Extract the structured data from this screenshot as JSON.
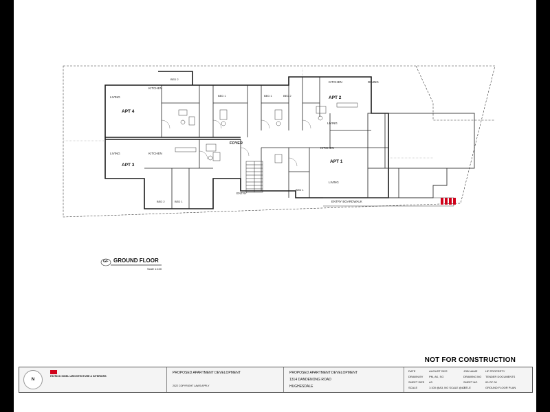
{
  "drawing": {
    "title": "GROUND FLOOR",
    "label_mark": "GF",
    "scale_note": "Scale 1:100",
    "stamp": "NOT FOR CONSTRUCTION"
  },
  "rooms": {
    "apt4": "APT 4",
    "apt3": "APT 3",
    "apt2": "APT 2",
    "apt1": "APT 1",
    "living_a": "LIVING",
    "living_b": "LIVING",
    "living_c": "LIVING",
    "living_d": "LIVING",
    "kitchen_a": "KITCHEN",
    "kitchen_b": "KITCHEN",
    "kitchen_c": "KITCHEN",
    "kitchen_d": "KITCHEN",
    "dining": "DINING",
    "foyer": "FOYER",
    "entry": "ENTRY",
    "entry_boardwalk": "ENTRY BOARDWALK",
    "bed1_a": "BED 1",
    "bed2_a": "BED 2",
    "bed1_b": "BED 1",
    "bed2_b": "BED 2",
    "bed1_c": "BED 1",
    "bed2_c": "BED 2",
    "bed1_d": "BED 1"
  },
  "title_block": {
    "firm": "PATRICK SIGELI ARCHITECTURE & INTERIORS",
    "project_left": "PROPOSED APARTMENT DEVELOPMENT",
    "copyright": "2022 COPYRIGHT LAWS APPLY",
    "project_right": "PROPOSED APARTMENT DEVELOPMENT",
    "address_line1": "1314 DANDENONG ROAD",
    "address_line2": "HUGHESDALE",
    "date_label": "DATE",
    "date_value": "AUGUST 2022",
    "drawn_label": "DRAWN BY",
    "drawn_value": "PM, AK, SG",
    "sheet_size_label": "SHEET SIZE",
    "sheet_size_value": "A3",
    "scale_label": "SCALE",
    "scale_value": "1:100 @A3, NO SCALE @A3",
    "job_label": "JOB NAME",
    "job_value": "HF PROPERTY",
    "drawing_no_label": "DRAWING NO",
    "drawing_no_value": "TENDER DOCUMENTS",
    "sheet_no_label": "SHEET NO",
    "sheet_no_value": "00 OF 00",
    "title_label": "TITLE",
    "title_value": "GROUND FLOOR PLAN"
  },
  "north_label": "N",
  "colors": {
    "line": "#1a1a1a",
    "accent": "#d0021b",
    "paper": "#ffffff"
  }
}
